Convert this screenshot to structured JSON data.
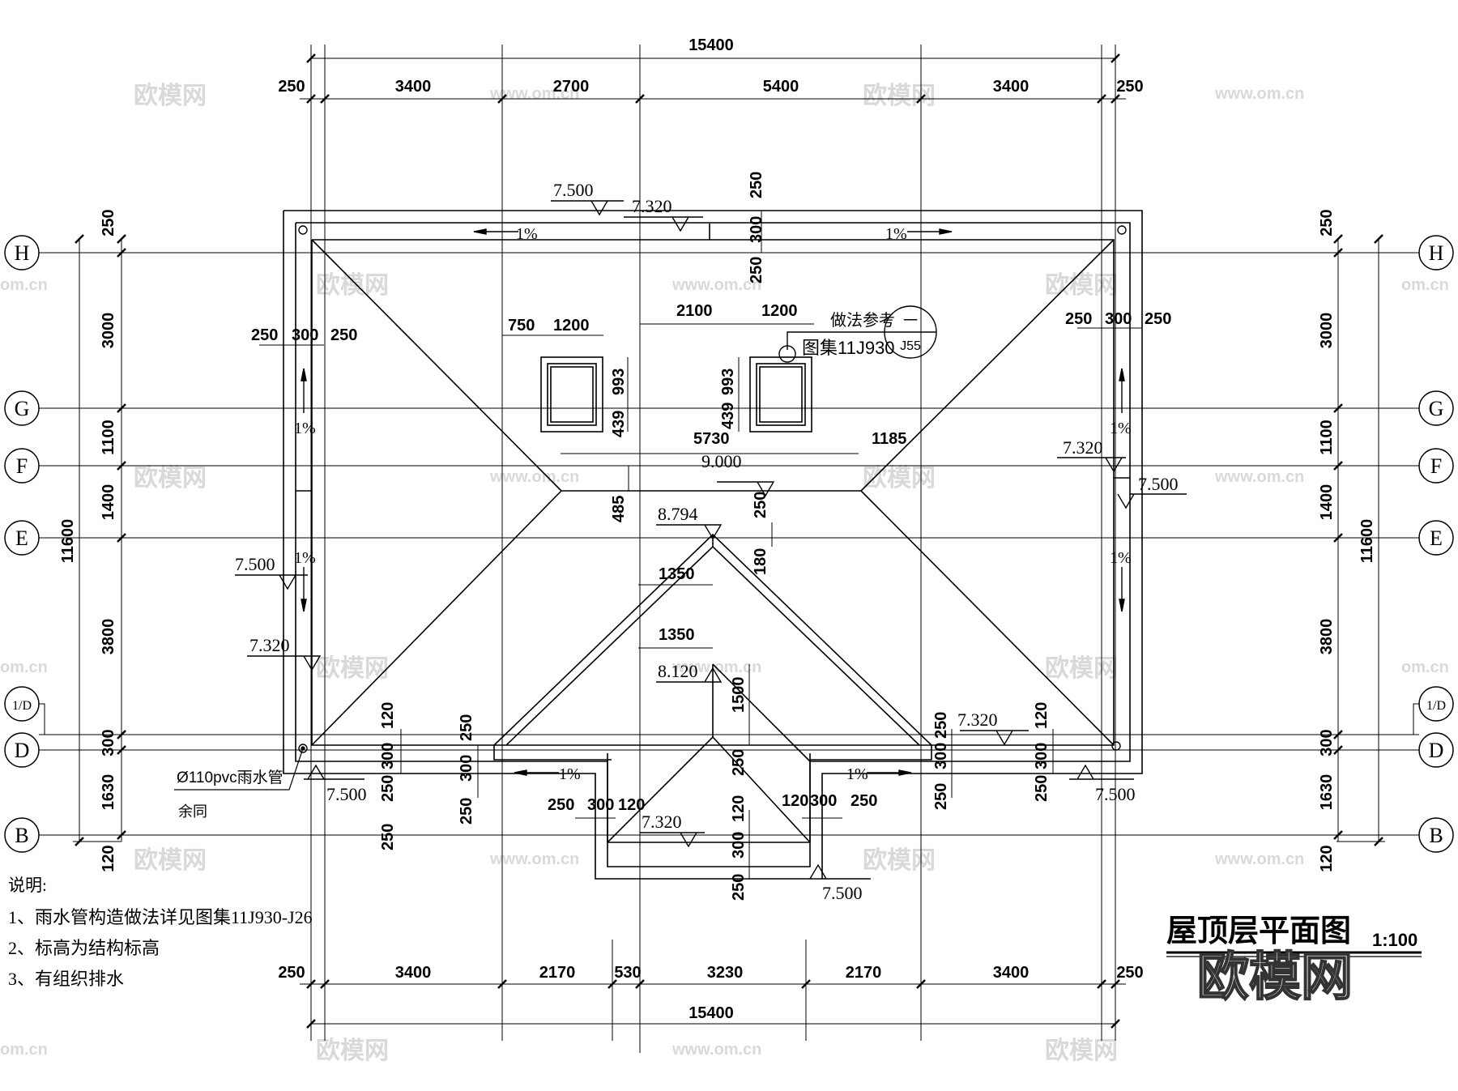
{
  "dims_top": {
    "total": "15400",
    "segments": [
      "250",
      "3400",
      "2700",
      "5400",
      "3400",
      "250"
    ]
  },
  "dims_bottom": {
    "total": "15400",
    "segments": [
      "250",
      "3400",
      "2170",
      "530",
      "3230",
      "2170",
      "3400",
      "250"
    ]
  },
  "dims_left": {
    "total": "11600",
    "segments": [
      "250",
      "3000",
      "1100",
      "1400",
      "3800",
      "300",
      "1630",
      "120"
    ]
  },
  "dims_right": {
    "total": "11600",
    "segments": [
      "250",
      "3000",
      "1100",
      "1400",
      "3800",
      "300",
      "1630",
      "120"
    ]
  },
  "axes": [
    "H",
    "G",
    "F",
    "E",
    "1/D",
    "D",
    "B"
  ],
  "elevations": {
    "e1": "7.500",
    "e2": "7.320",
    "e3": "7.320",
    "e4": "7.500",
    "e5": "7.500",
    "e6": "7.320",
    "e7": "9.000",
    "e8": "8.794",
    "e9": "8.120",
    "e10": "7.320",
    "e11": "7.320",
    "e12": "7.500",
    "e13": "7.500",
    "e14": "7.500"
  },
  "slopes": {
    "s1": "1%",
    "s2": "1%",
    "s3": "1%",
    "s4": "1%",
    "s5": "1%",
    "s6": "1%",
    "s7": "1%",
    "s8": "1%"
  },
  "inner_dims": {
    "d1": "250",
    "d2": "300",
    "d3": "250",
    "d4": "250",
    "d5": "300",
    "d6": "250",
    "d7": "250",
    "d8": "300",
    "d9": "250",
    "d10": "750",
    "d11": "1200",
    "d12": "2100",
    "d13": "1200",
    "d14": "993",
    "d15": "439",
    "d16": "993",
    "d17": "439",
    "d18": "5730",
    "d19": "1185",
    "d20": "485",
    "d21": "250",
    "d22": "180",
    "d23": "1350",
    "d24": "1350",
    "d25": "1500",
    "d26": "120",
    "d27": "300",
    "d28": "250",
    "d29": "250",
    "d30": "300",
    "d31": "250",
    "d32": "250",
    "d33": "300",
    "d34": "120",
    "d35": "120",
    "d36": "300",
    "d37": "250",
    "d38": "250",
    "d39": "300",
    "d40": "250",
    "d41": "120",
    "d42": "300",
    "d43": "250",
    "d44": "250",
    "d45": "250",
    "d46": "120",
    "d47": "300",
    "d48": "250"
  },
  "reference": {
    "note": "做法参考",
    "atlas": "图集11J930",
    "sym_top": "一",
    "sym_bottom": "J55"
  },
  "pipe": {
    "label": "Ø110pvc雨水管",
    "same": "余同"
  },
  "notes": {
    "heading": "说明:",
    "items": [
      "1、雨水管构造做法详见图集11J930-J26",
      "2、标高为结构标高",
      "3、有组织排水"
    ]
  },
  "drawing_title": "屋顶层平面图",
  "scale": "1:100",
  "watermark": {
    "brand": "欧模网",
    "site": "www.om.cn",
    "site_short": "om.cn"
  }
}
